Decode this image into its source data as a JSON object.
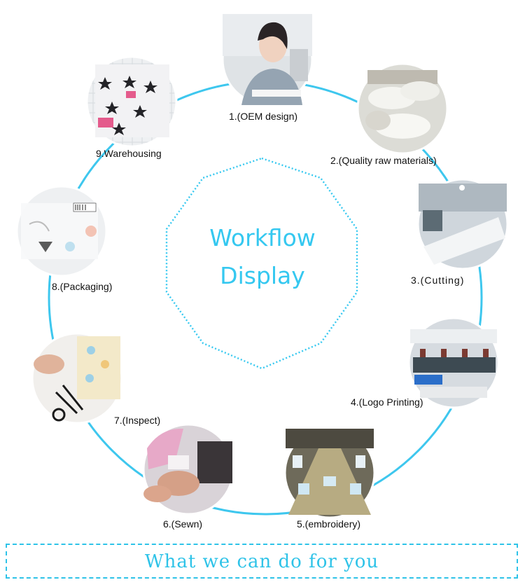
{
  "center": {
    "line1": "Workflow",
    "line2": "Display"
  },
  "steps": [
    {
      "label": "1.(OEM design)"
    },
    {
      "label": "2.(Quality raw materials)"
    },
    {
      "label": "3.(Cutting)"
    },
    {
      "label": "4.(Logo Printing)"
    },
    {
      "label": "5.(embroidery)"
    },
    {
      "label": "6.(Sewn)"
    },
    {
      "label": "7.(Inspect)"
    },
    {
      "label": "8.(Packaging)"
    },
    {
      "label": "9.Warehousing"
    }
  ],
  "footer": {
    "text": "What we can do for you"
  },
  "colors": {
    "accent": "#35c8f0",
    "ring": "#3ec7ee",
    "footer": "#2fc3e8"
  }
}
